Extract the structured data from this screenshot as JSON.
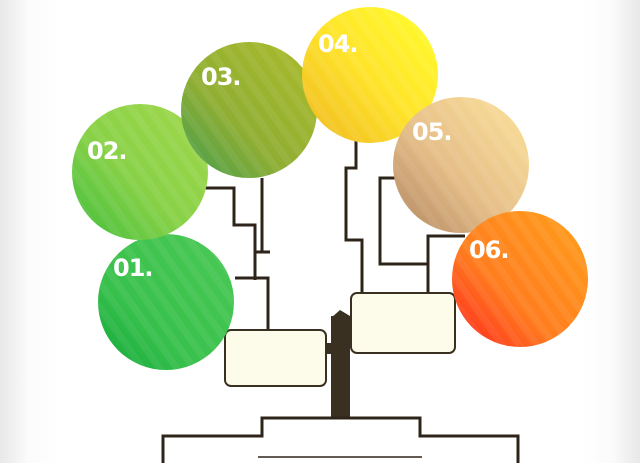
{
  "nodes": [
    {
      "label": "01.",
      "color_start": "#1fb040",
      "color_end": "#45c750"
    },
    {
      "label": "02.",
      "color_start": "#52c43f",
      "color_end": "#9fd84a"
    },
    {
      "label": "03.",
      "color_start": "#4ea54a",
      "color_end": "#a8bc2c"
    },
    {
      "label": "04.",
      "color_start": "#f0c21e",
      "color_end": "#fffb2a"
    },
    {
      "label": "05.",
      "color_start": "#b78b62",
      "color_end": "#fde19a"
    },
    {
      "label": "06.",
      "color_start": "#ff2e1e",
      "color_end": "#ff9d1c"
    }
  ],
  "colors": {
    "trunk": "#3a3022",
    "branch": "#2e241a",
    "box_fill": "#fdfcea",
    "box_stroke": "#3a3022"
  }
}
